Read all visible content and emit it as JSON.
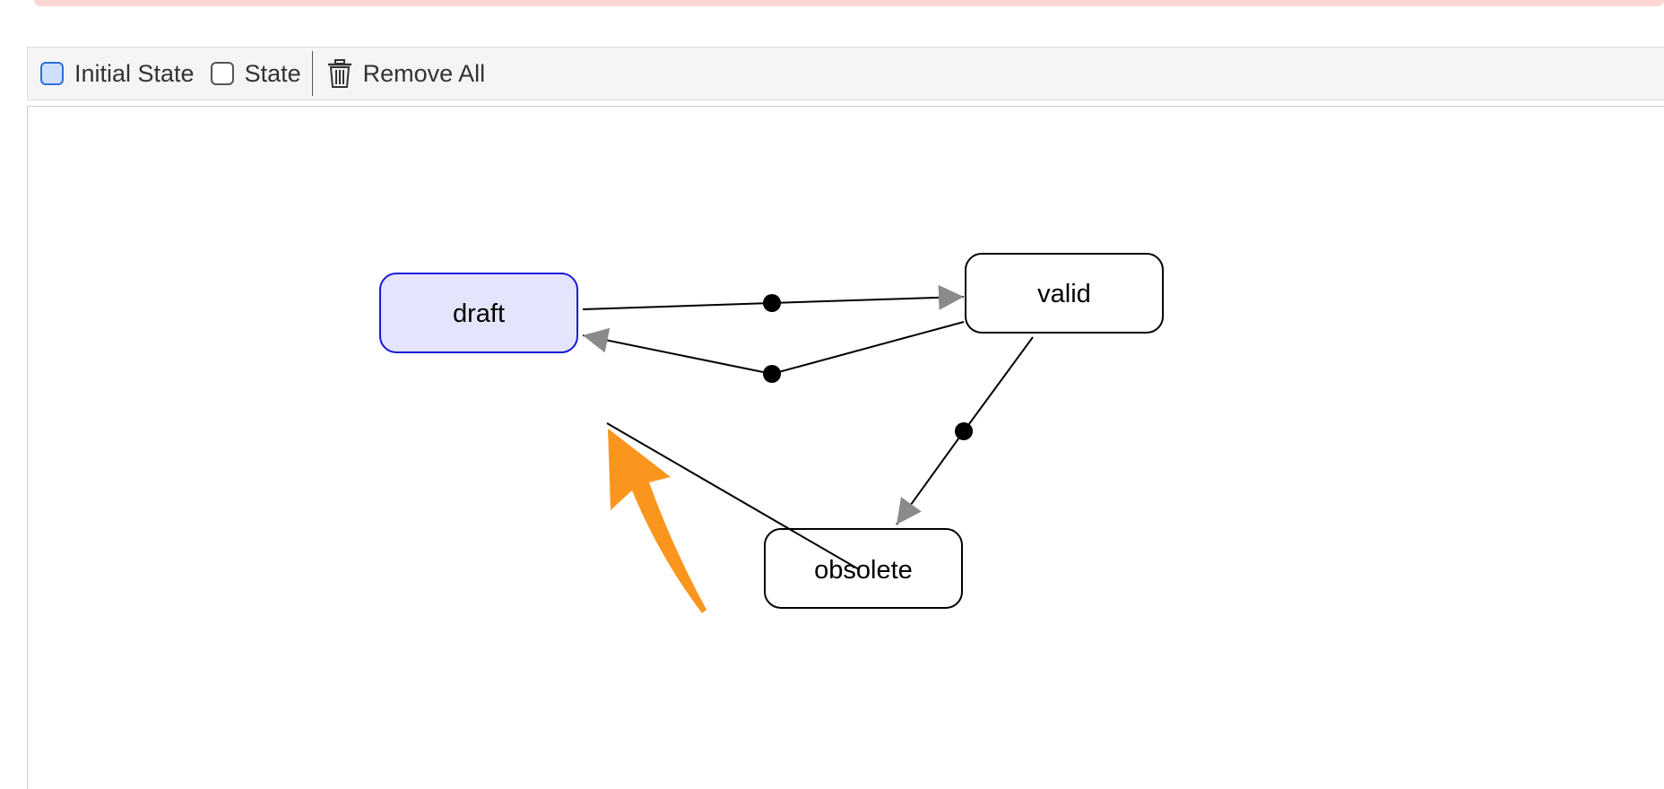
{
  "toolbar": {
    "initial_state_label": "Initial State",
    "state_label": "State",
    "remove_all_label": "Remove All",
    "remove_icon": "trash-icon"
  },
  "diagram": {
    "states": [
      {
        "id": "draft",
        "label": "draft",
        "initial": true
      },
      {
        "id": "valid",
        "label": "valid",
        "initial": false
      },
      {
        "id": "obsolete",
        "label": "obsolete",
        "initial": false
      }
    ],
    "transitions": [
      {
        "from": "draft",
        "to": "valid"
      },
      {
        "from": "valid",
        "to": "draft"
      },
      {
        "from": "valid",
        "to": "obsolete"
      },
      {
        "from": "obsolete",
        "to": "",
        "pending": true
      }
    ]
  },
  "colors": {
    "initial_fill": "#e4e4fd",
    "initial_border": "#1a1ad6",
    "node_border": "#000000",
    "arrowhead": "#8a8a8a",
    "pointer_arrow": "#fa961e",
    "error_bar": "#fdd6d2"
  }
}
